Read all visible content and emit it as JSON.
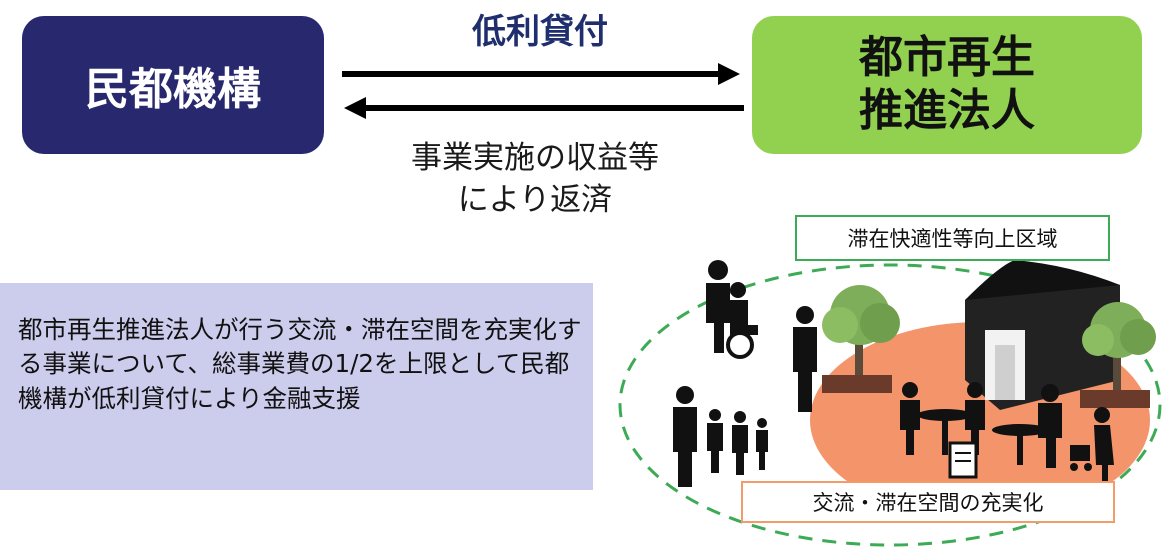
{
  "entities": {
    "minto": "民都機構",
    "city_corp": "都市再生\n推進法人"
  },
  "arrows": {
    "forward_label": "低利貸付",
    "return_label": "事業実施の収益等\nにより返済"
  },
  "description": "都市再生推進法人が行う交流・滞在空間を充実化する事業について、総事業費の1/2を上限として民都機構が低利貸付により金融支援",
  "illustration": {
    "zone_label": "滞在快適性等向上区域",
    "space_label": "交流・滞在空間の充実化"
  },
  "colors": {
    "minto_box": "#28286e",
    "city_corp_box": "#92d050",
    "description_bg": "#ccccec",
    "zone_border": "#3daa55",
    "plaza": "#f4946a"
  }
}
